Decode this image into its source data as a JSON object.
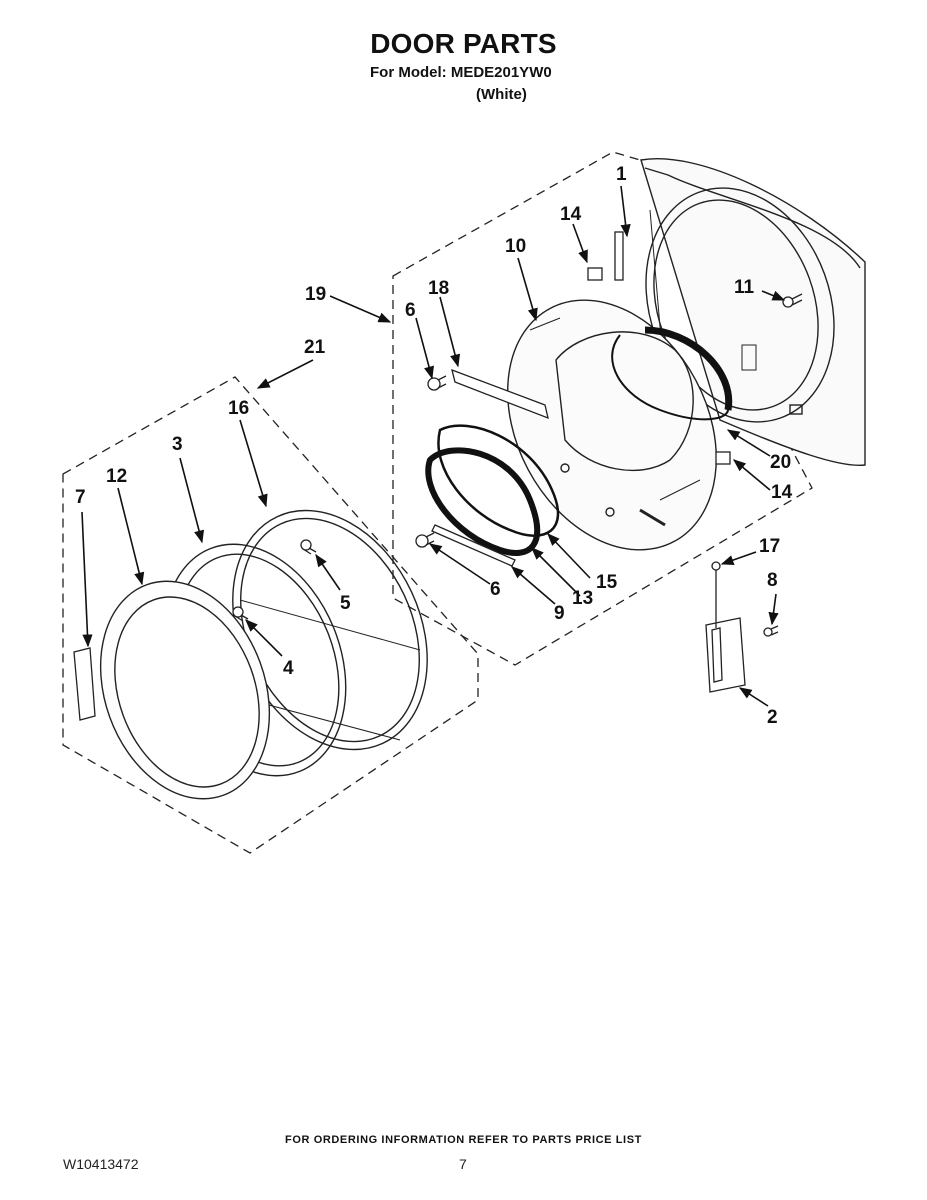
{
  "header": {
    "title": "DOOR PARTS",
    "model_line": "For Model: MEDE201YW0",
    "color_line": "(White)"
  },
  "footer": {
    "ordering_note": "FOR ORDERING INFORMATION REFER TO PARTS PRICE LIST",
    "document_number": "W10413472",
    "page_number": "7"
  },
  "callouts": {
    "c1": "1",
    "c2": "2",
    "c3": "3",
    "c4": "4",
    "c5": "5",
    "c6a": "6",
    "c6b": "6",
    "c7": "7",
    "c8": "8",
    "c9": "9",
    "c10": "10",
    "c11": "11",
    "c12": "12",
    "c13": "13",
    "c14a": "14",
    "c14b": "14",
    "c15": "15",
    "c16": "16",
    "c17": "17",
    "c18": "18",
    "c19": "19",
    "c20": "20",
    "c21": "21"
  }
}
